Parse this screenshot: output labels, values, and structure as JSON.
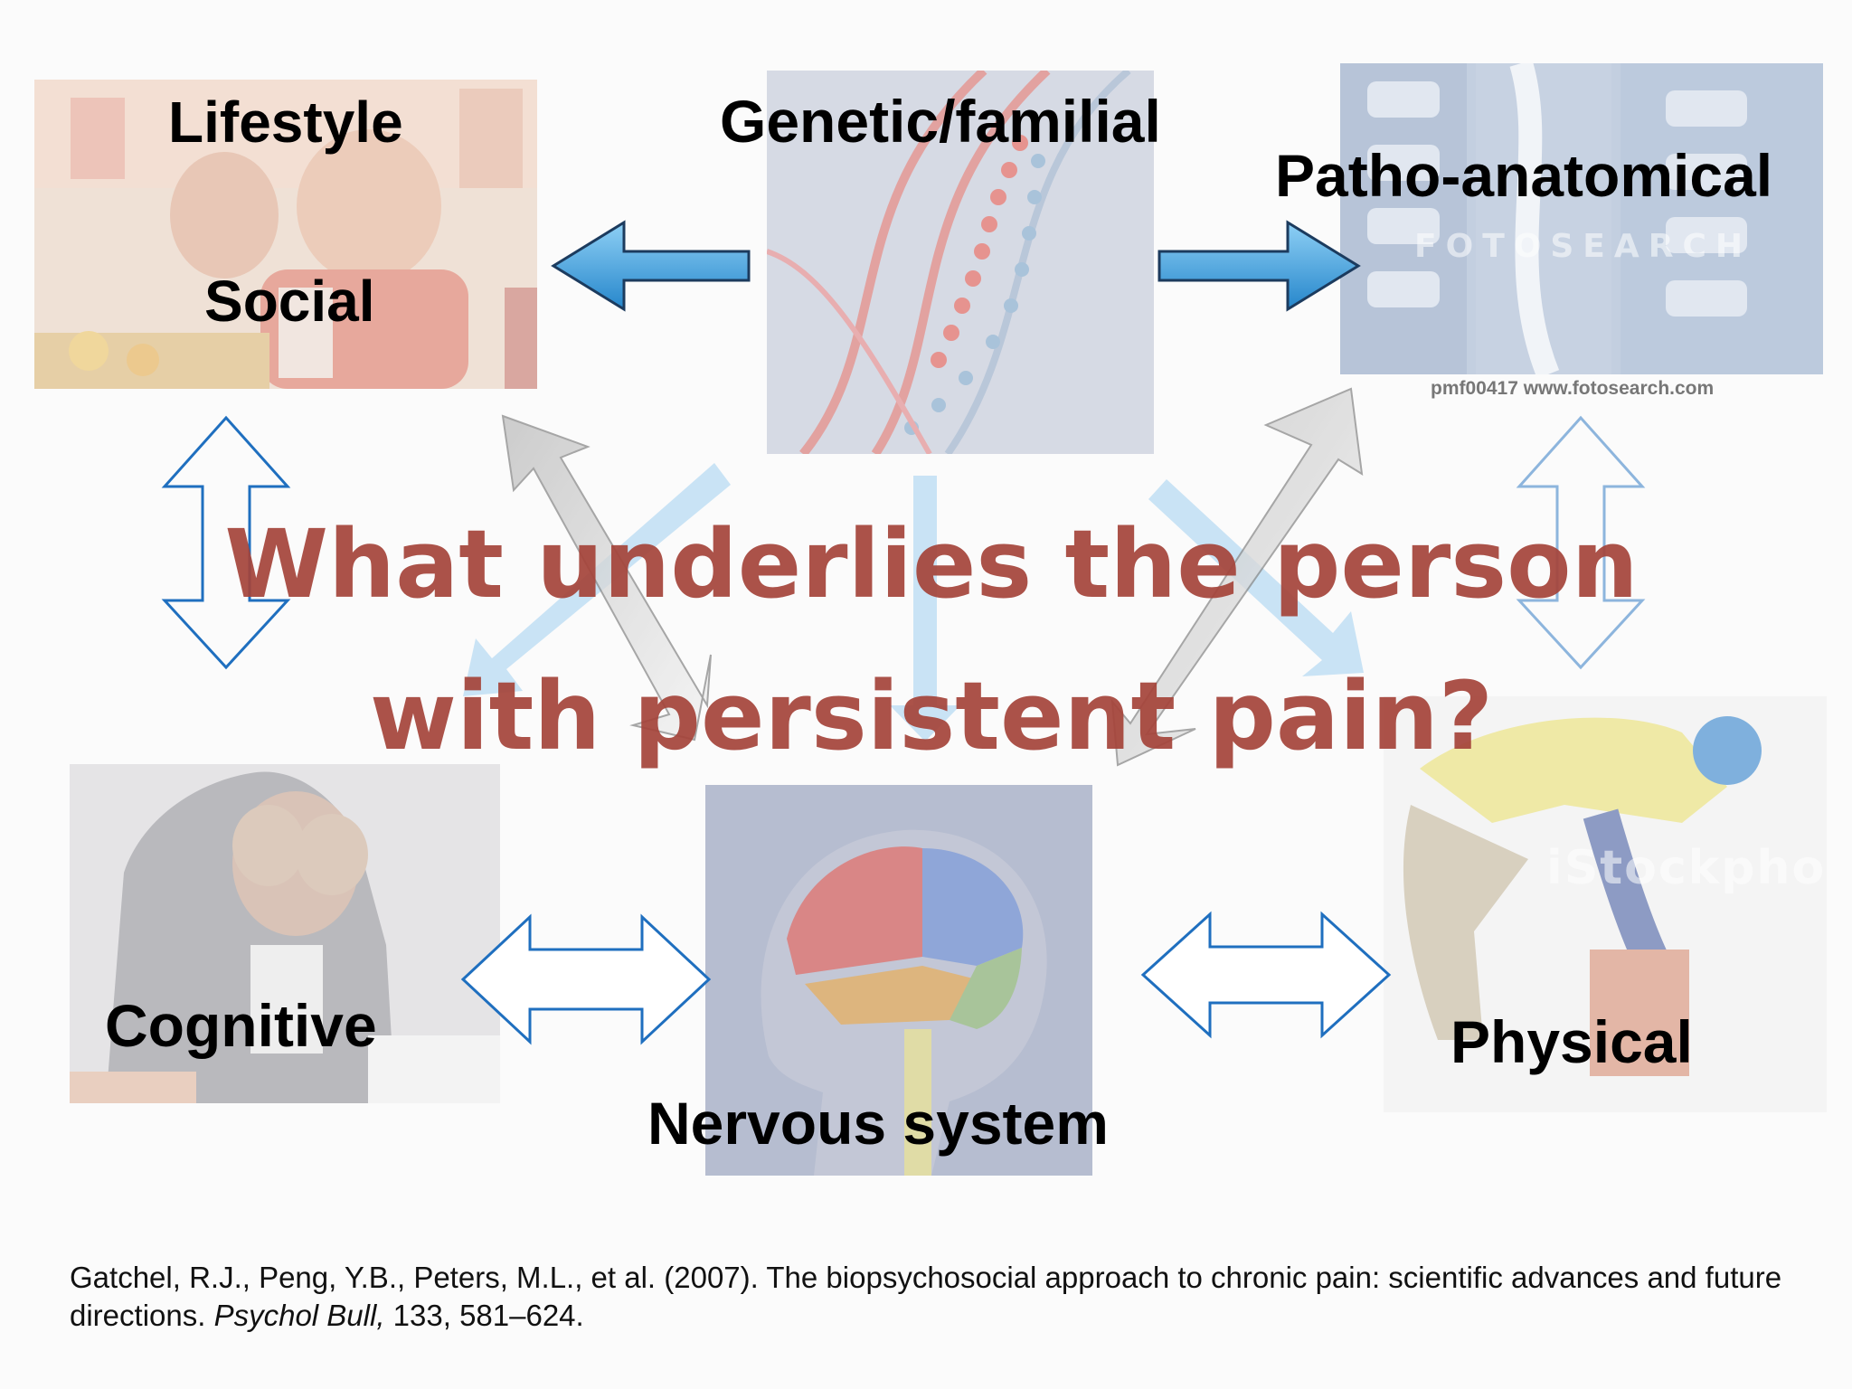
{
  "boxes": {
    "lifestyle": "Lifestyle",
    "social": "Social",
    "genetic": "Genetic/familial",
    "patho": "Patho-anatomical",
    "cognitive": "Cognitive",
    "nervous": "Nervous system",
    "physical": "Physical"
  },
  "question": {
    "line1": "What underlies the person",
    "line2": "with persistent pain?"
  },
  "image_credits": {
    "fotosearch_watermark": "FOTOSEARCH",
    "fotosearch_caption": "pmf00417 www.fotosearch.com",
    "istock_watermark": "iStockphoto"
  },
  "citation": {
    "authors": "Gatchel, R.J., Peng, Y.B., Peters, M.L., et al. (2007). The biopsychosocial approach to chronic pain: scientific advances and future directions.",
    "journal": "Psychol Bull,",
    "details": "133, 581–624."
  },
  "colors": {
    "question_text": "#a5443a",
    "arrow_blue": "#2f8fd1",
    "arrow_outline": "#1f6fbf"
  },
  "icons": [
    "left-arrow-icon",
    "right-arrow-icon",
    "double-arrow-icon",
    "diagonal-arrow-icon"
  ]
}
